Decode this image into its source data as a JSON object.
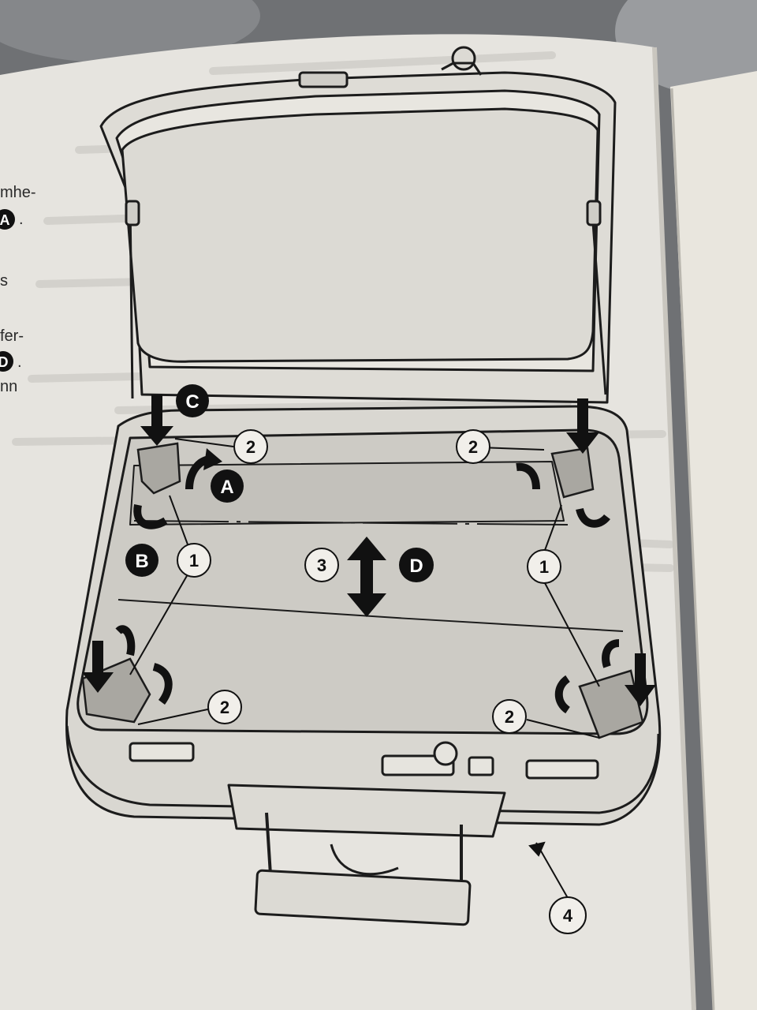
{
  "left_column_fragments": [
    "mhe-",
    "s",
    "fer-",
    "nn"
  ],
  "left_column_badges": [
    "A",
    "D"
  ],
  "callouts": {
    "lock": "1",
    "latch": "2",
    "center": "3",
    "handle": "4"
  },
  "letter_markers": {
    "a": "A",
    "b": "B",
    "c": "C",
    "d": "D"
  }
}
